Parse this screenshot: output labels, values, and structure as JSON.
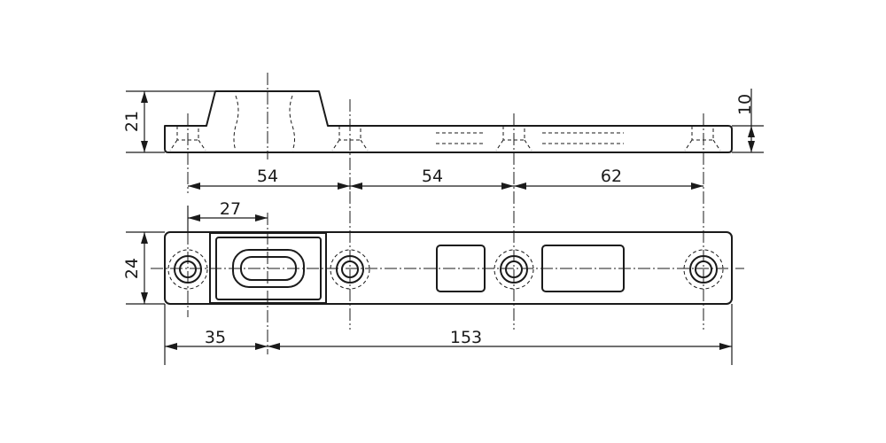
{
  "dimensions": {
    "height_21": "21",
    "height_10": "10",
    "width_24": "24",
    "spacing_54_a": "54",
    "spacing_54_b": "54",
    "spacing_62": "62",
    "offset_27": "27",
    "offset_35": "35",
    "length_153": "153"
  }
}
